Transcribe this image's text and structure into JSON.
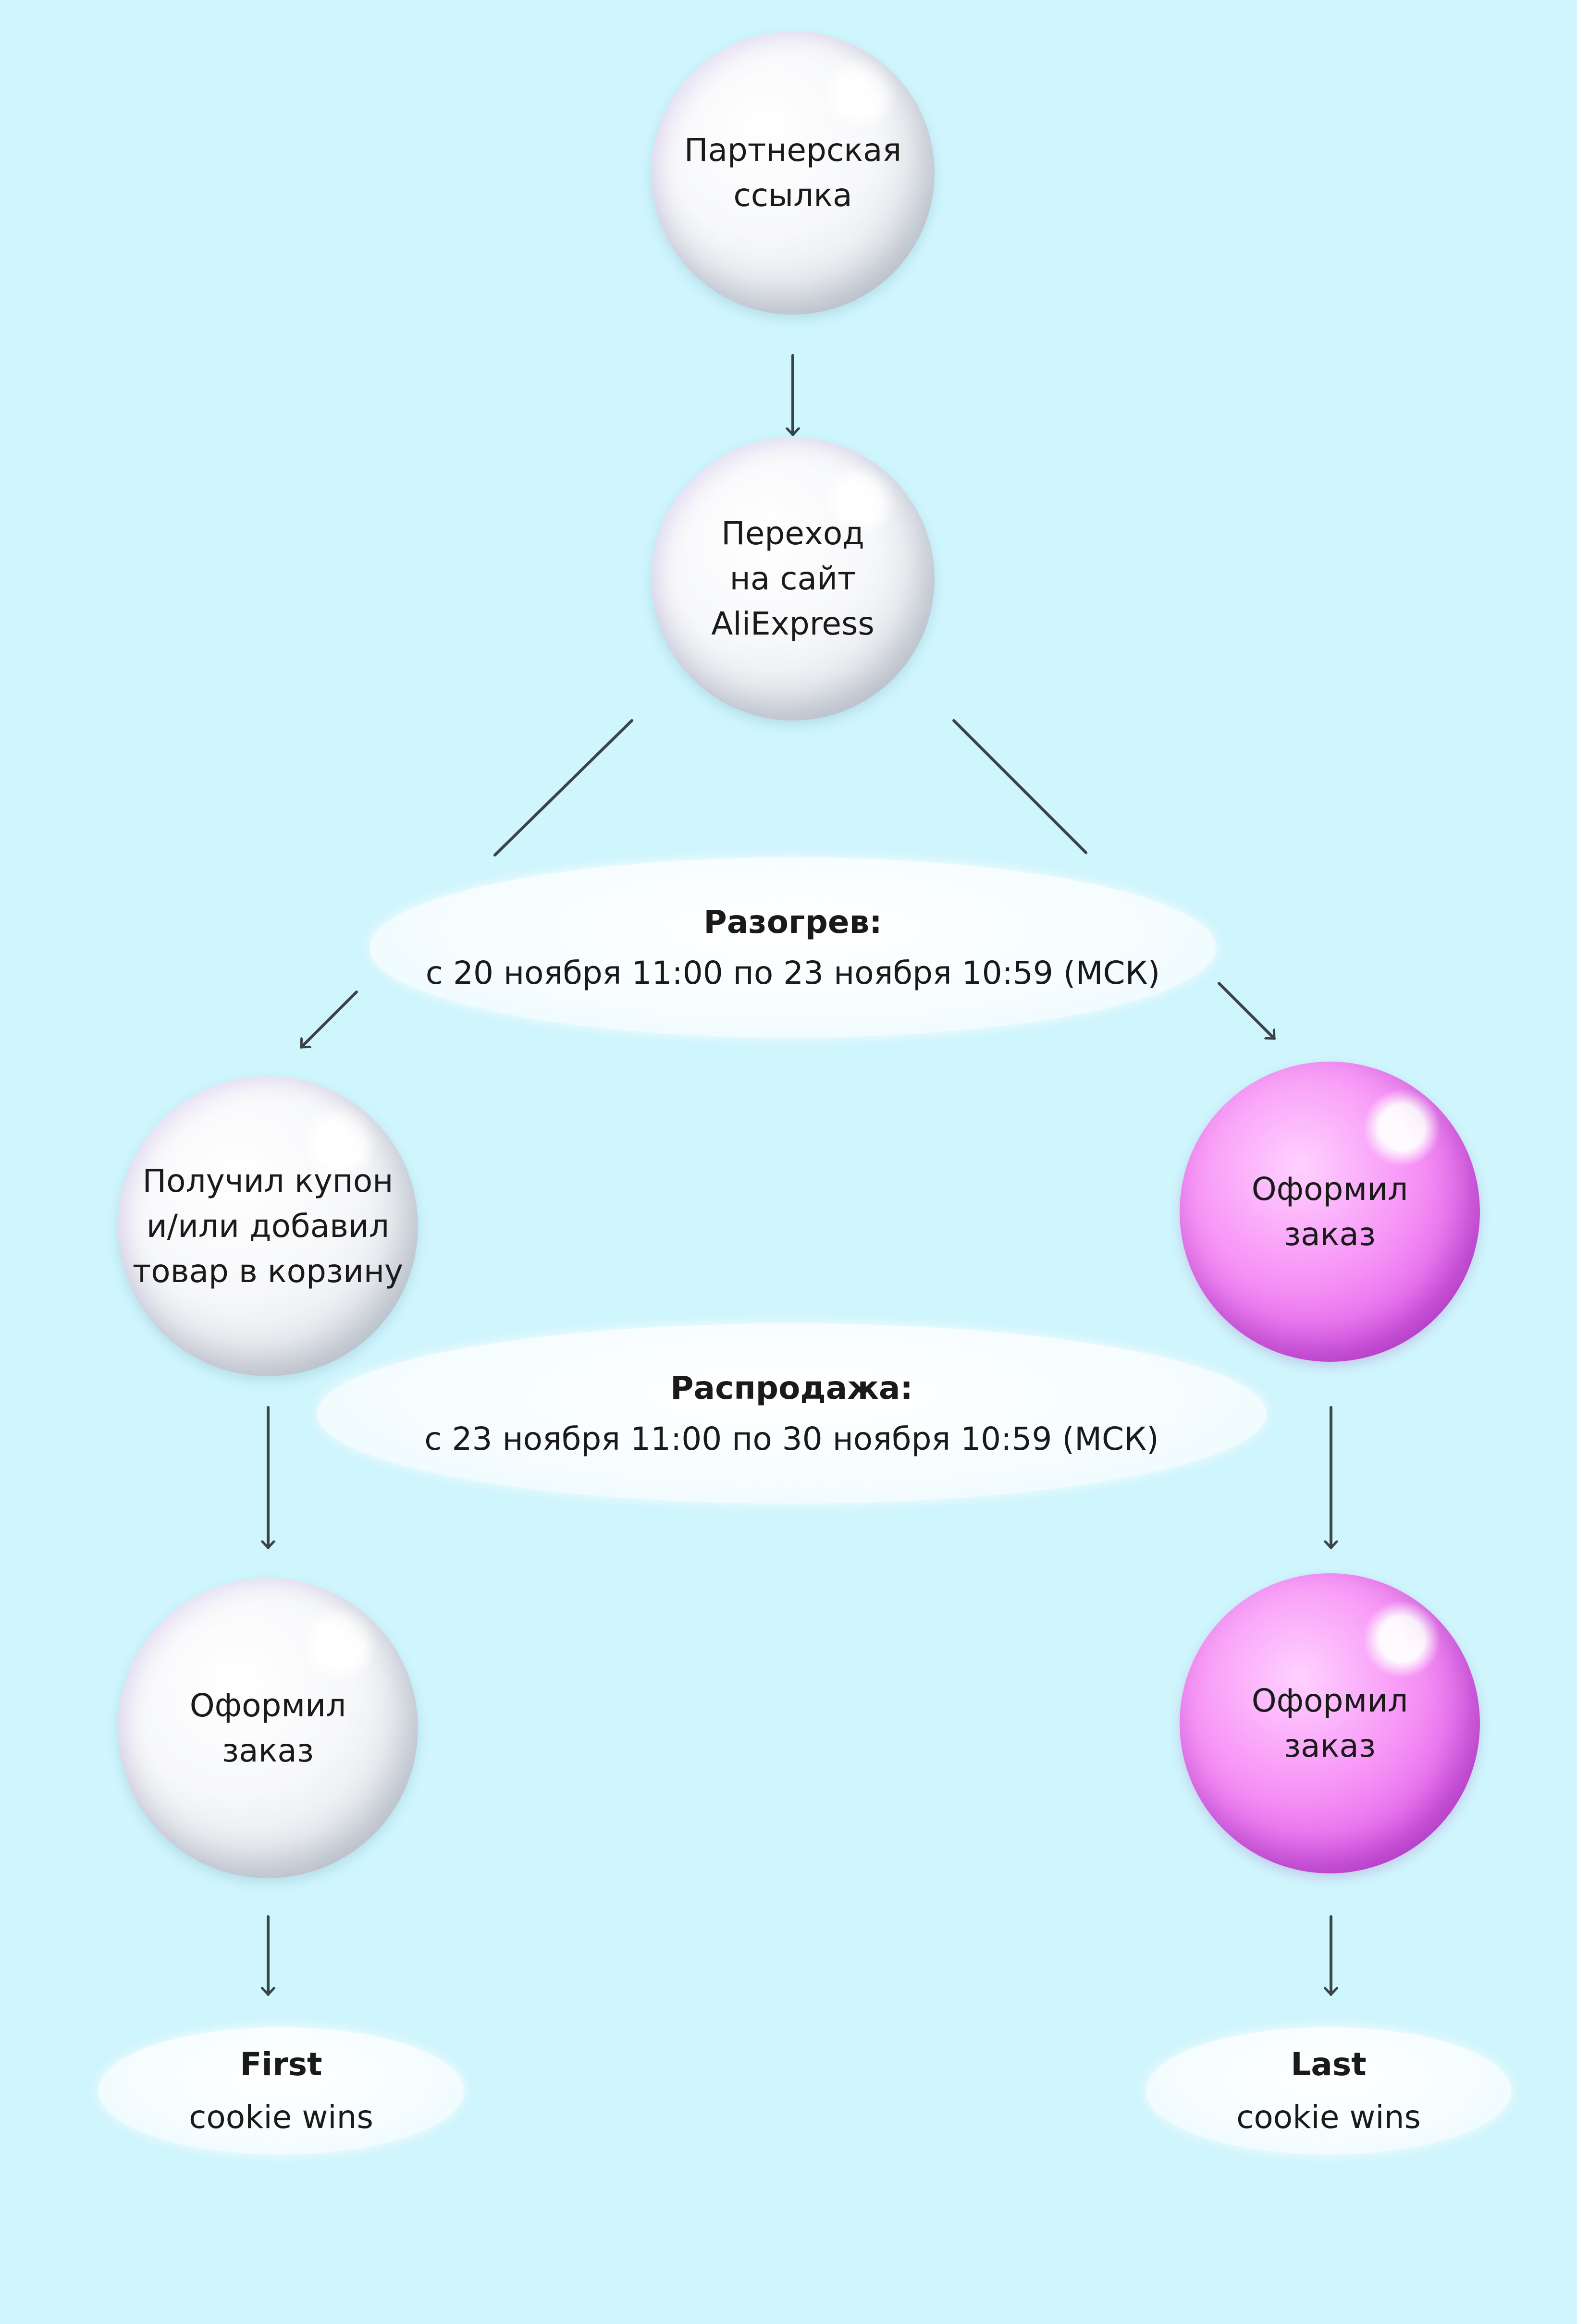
{
  "nodes": {
    "partner_link": "Партнерская ссылка",
    "visit_site": "Переход на сайт AliExpress",
    "got_coupon": "Получил купон и/или добавил товар в корзину",
    "order_left": "Оформил заказ",
    "order_right_top": "Оформил заказ",
    "order_right_bottom": "Оформил заказ"
  },
  "phases": {
    "warmup": {
      "title": "Разогрев:",
      "dates": "с 20 ноября 11:00 по 23 ноября 10:59 (МСК)"
    },
    "sale": {
      "title": "Распродажа:",
      "dates": "с 23 ноября 11:00 по 30 ноября 10:59 (МСК)"
    }
  },
  "outcomes": {
    "first": {
      "title": "First",
      "text": "cookie wins"
    },
    "last": {
      "title": "Last",
      "text": "cookie wins"
    }
  },
  "colors": {
    "background": "#cff5fd",
    "sphere_white": "#f4f5f8",
    "sphere_pink": "#f08cf2",
    "arrow": "#3a4448"
  }
}
